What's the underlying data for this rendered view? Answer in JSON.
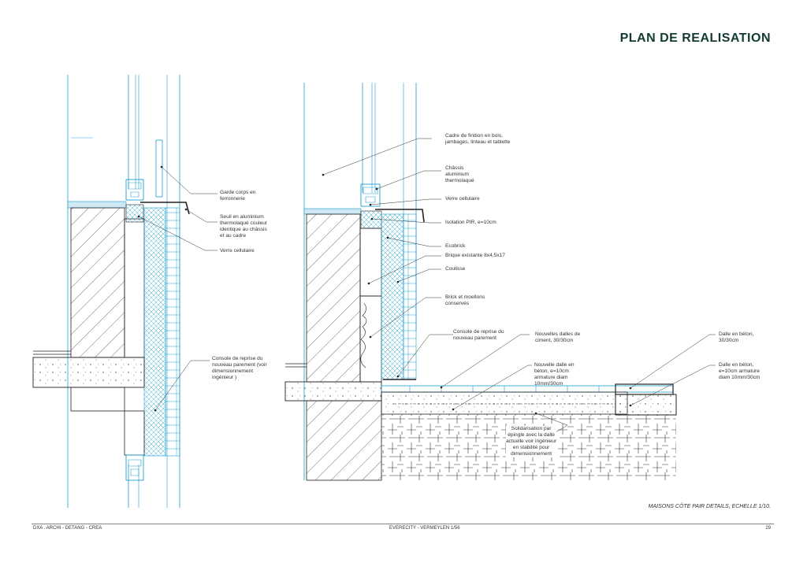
{
  "header": {
    "title": "PLAN DE REALISATION"
  },
  "labels": {
    "left": {
      "garde_corps": "Garde corps en\nferronnerie",
      "seuil": "Seuil en aluminium\nthermolaqué couleur\nidentique au châssis\net au cadre",
      "verre_cellulaire": "Verre cellulaire",
      "console": "Console de reprise du\nnouveau parement (voir\ndimensionnement\ningénieur )"
    },
    "right": {
      "cadre": "Cadre de finition en bois,\njambages, linteau et tablette",
      "chassis": "Châssis\naluminium\nthermolaqué",
      "verre_cellulaire": "Verre cellulaire",
      "isolation": "Isolation PIR, e=10cm",
      "ecobrick": "Ecobrick",
      "brique": "Brique existante 8x4,5x17",
      "coulisse": "Coulisse",
      "brick_moellons": "Brick et moellons\nconservés",
      "console": "Console de reprise du\nnouveau parement",
      "nouvelles_dalles": "Nouvelles dalles de\nciment, 30/30cm",
      "nouvelle_dalle_beton": "Nouvelle dalle en\nbéton, e=10cm\narmature diam\n10mm/30cm",
      "dalle_beton": "Dalle en béton,\n30/30cm",
      "dalle_beton_armature": "Dalle en béton,\ne=10cm armature\ndiam 10mm/30cm",
      "solidarisation": "Solidarisation  par\népingle avec la dalle\nactuelle voir ingénieur\nen stabilité pour\ndimensionnement"
    }
  },
  "caption": "MAISONS CÔTE PAIR DETAILS, ECHELLE 1/10.",
  "footer": {
    "left": "DXA . ARCHI - DETANG - CREA",
    "center": "EVERECITY - VERMEYLEN 1/56",
    "page": "29"
  },
  "colors": {
    "accent": "#1a9fd0",
    "line": "#222222",
    "title": "#123a33"
  }
}
